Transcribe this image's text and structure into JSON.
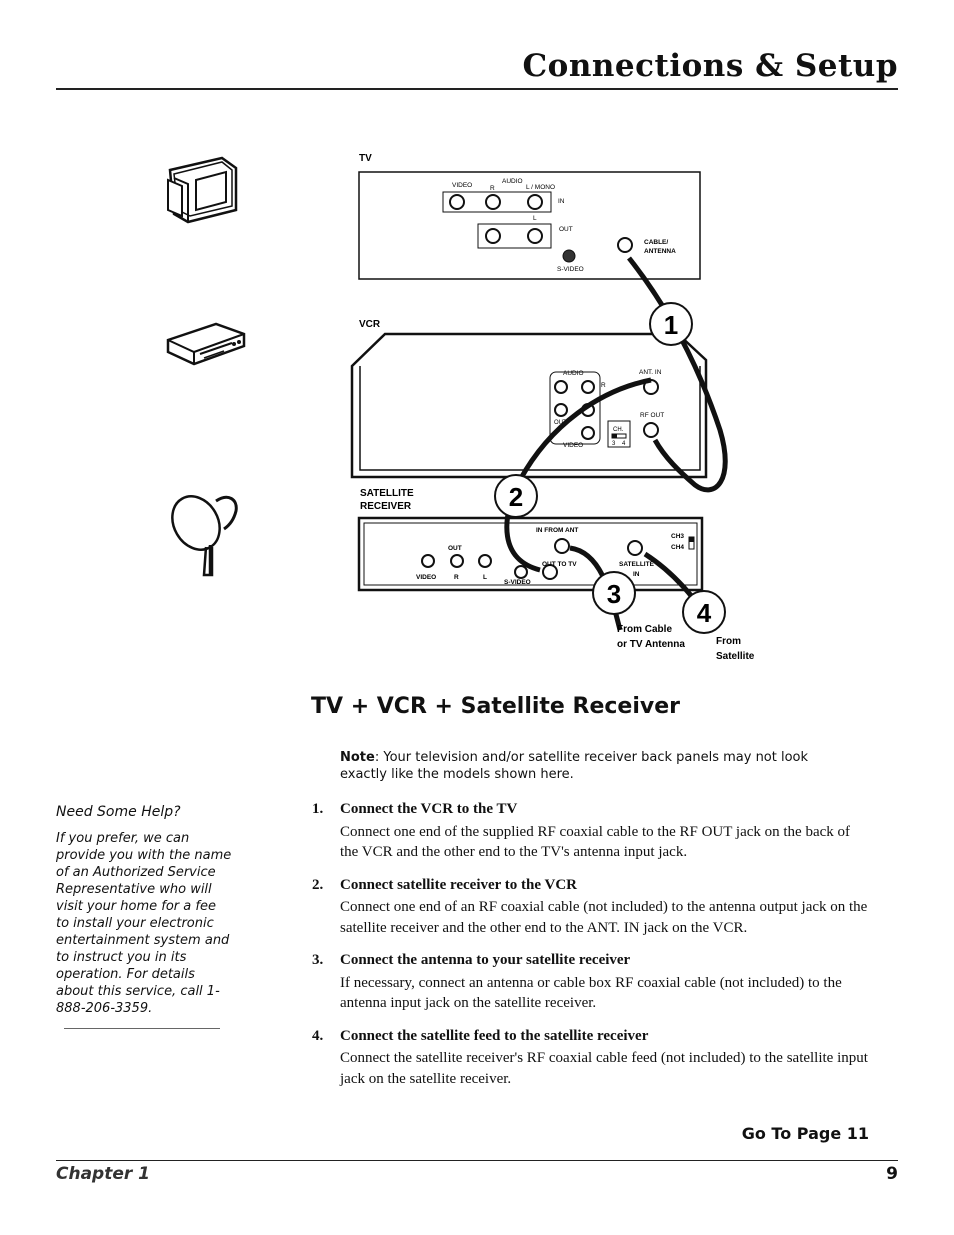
{
  "header": {
    "title": "Connections & Setup"
  },
  "figure": {
    "tv_label": "TV",
    "vcr_label": "VCR",
    "sat_label_line1": "SATELLITE",
    "sat_label_line2": "RECEIVER",
    "tv_panel": {
      "video": "VIDEO",
      "audio": "AUDIO",
      "r": "R",
      "lmono": "L / MONO",
      "l": "L",
      "in": "IN",
      "out": "OUT",
      "svideo": "S-VIDEO",
      "cable1": "CABLE/",
      "cable2": "ANTENNA"
    },
    "vcr_panel": {
      "audio": "AUDIO",
      "r": "R",
      "out": "OUT",
      "video": "VIDEO",
      "ant_in": "ANT. IN",
      "rf_out": "RF OUT",
      "ch": "CH.",
      "ch3": "3",
      "ch4": "4"
    },
    "sat_panel": {
      "in_from_ant": "IN FROM ANT",
      "ch3": "CH3",
      "ch4": "CH4",
      "out": "OUT",
      "video": "VIDEO",
      "r": "R",
      "l": "L",
      "out_to_tv": "OUT TO TV",
      "svideo": "S-VIDEO",
      "satellite": "SATELLITE",
      "in": "IN"
    },
    "callouts": [
      "1",
      "2",
      "3",
      "4"
    ],
    "from_cable1": "From Cable",
    "from_cable2": "or TV Antenna",
    "from_sat1": "From",
    "from_sat2": "Satellite",
    "icons": [
      "tv-icon",
      "vcr-icon",
      "satellite-dish-icon"
    ]
  },
  "section_title": "TV + VCR + Satellite Receiver",
  "note": {
    "label": "Note",
    "text": ": Your television and/or satellite receiver back panels may not look exactly like the models shown here."
  },
  "help": {
    "title": "Need Some Help?",
    "text": "If you prefer, we can provide you with the name of an Authorized Service Representative who will visit your home for a fee to install your electronic entertainment system and to instruct you in its operation. For details about this service, call 1-888-206-3359."
  },
  "steps": [
    {
      "num": "1.",
      "heading": "Connect the VCR to the TV",
      "text": "Connect one end of the supplied RF coaxial cable to the RF OUT jack on the back of the VCR and the other end to the TV's antenna input jack."
    },
    {
      "num": "2.",
      "heading": "Connect satellite receiver to the VCR",
      "text": "Connect one end of an RF coaxial cable (not included) to the antenna output jack on the satellite receiver and the other end to the ANT. IN jack on the VCR."
    },
    {
      "num": "3.",
      "heading": "Connect the antenna to your satellite receiver",
      "text": "If necessary, connect an antenna or cable box RF coaxial cable (not included) to the antenna input jack on the satellite receiver."
    },
    {
      "num": "4.",
      "heading": "Connect the satellite feed to the satellite receiver",
      "text": "Connect the satellite receiver's RF coaxial cable feed (not included) to the satellite input jack on the satellite receiver."
    }
  ],
  "goto": "Go To Page 11",
  "footer": {
    "chapter": "Chapter 1",
    "page": "9"
  }
}
